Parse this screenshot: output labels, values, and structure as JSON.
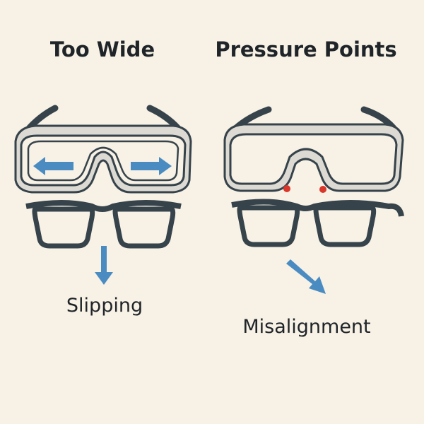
{
  "panels": [
    {
      "title": "Too Wide",
      "caption": "Slipping"
    },
    {
      "title": "Pressure Points",
      "caption": "Misalignment"
    }
  ],
  "colors": {
    "background": "#f7f1e6",
    "outline": "#37434b",
    "goggle_fill": "#dcdad3",
    "arrow": "#4a8cc2",
    "pressure_dot": "#d8372a"
  }
}
